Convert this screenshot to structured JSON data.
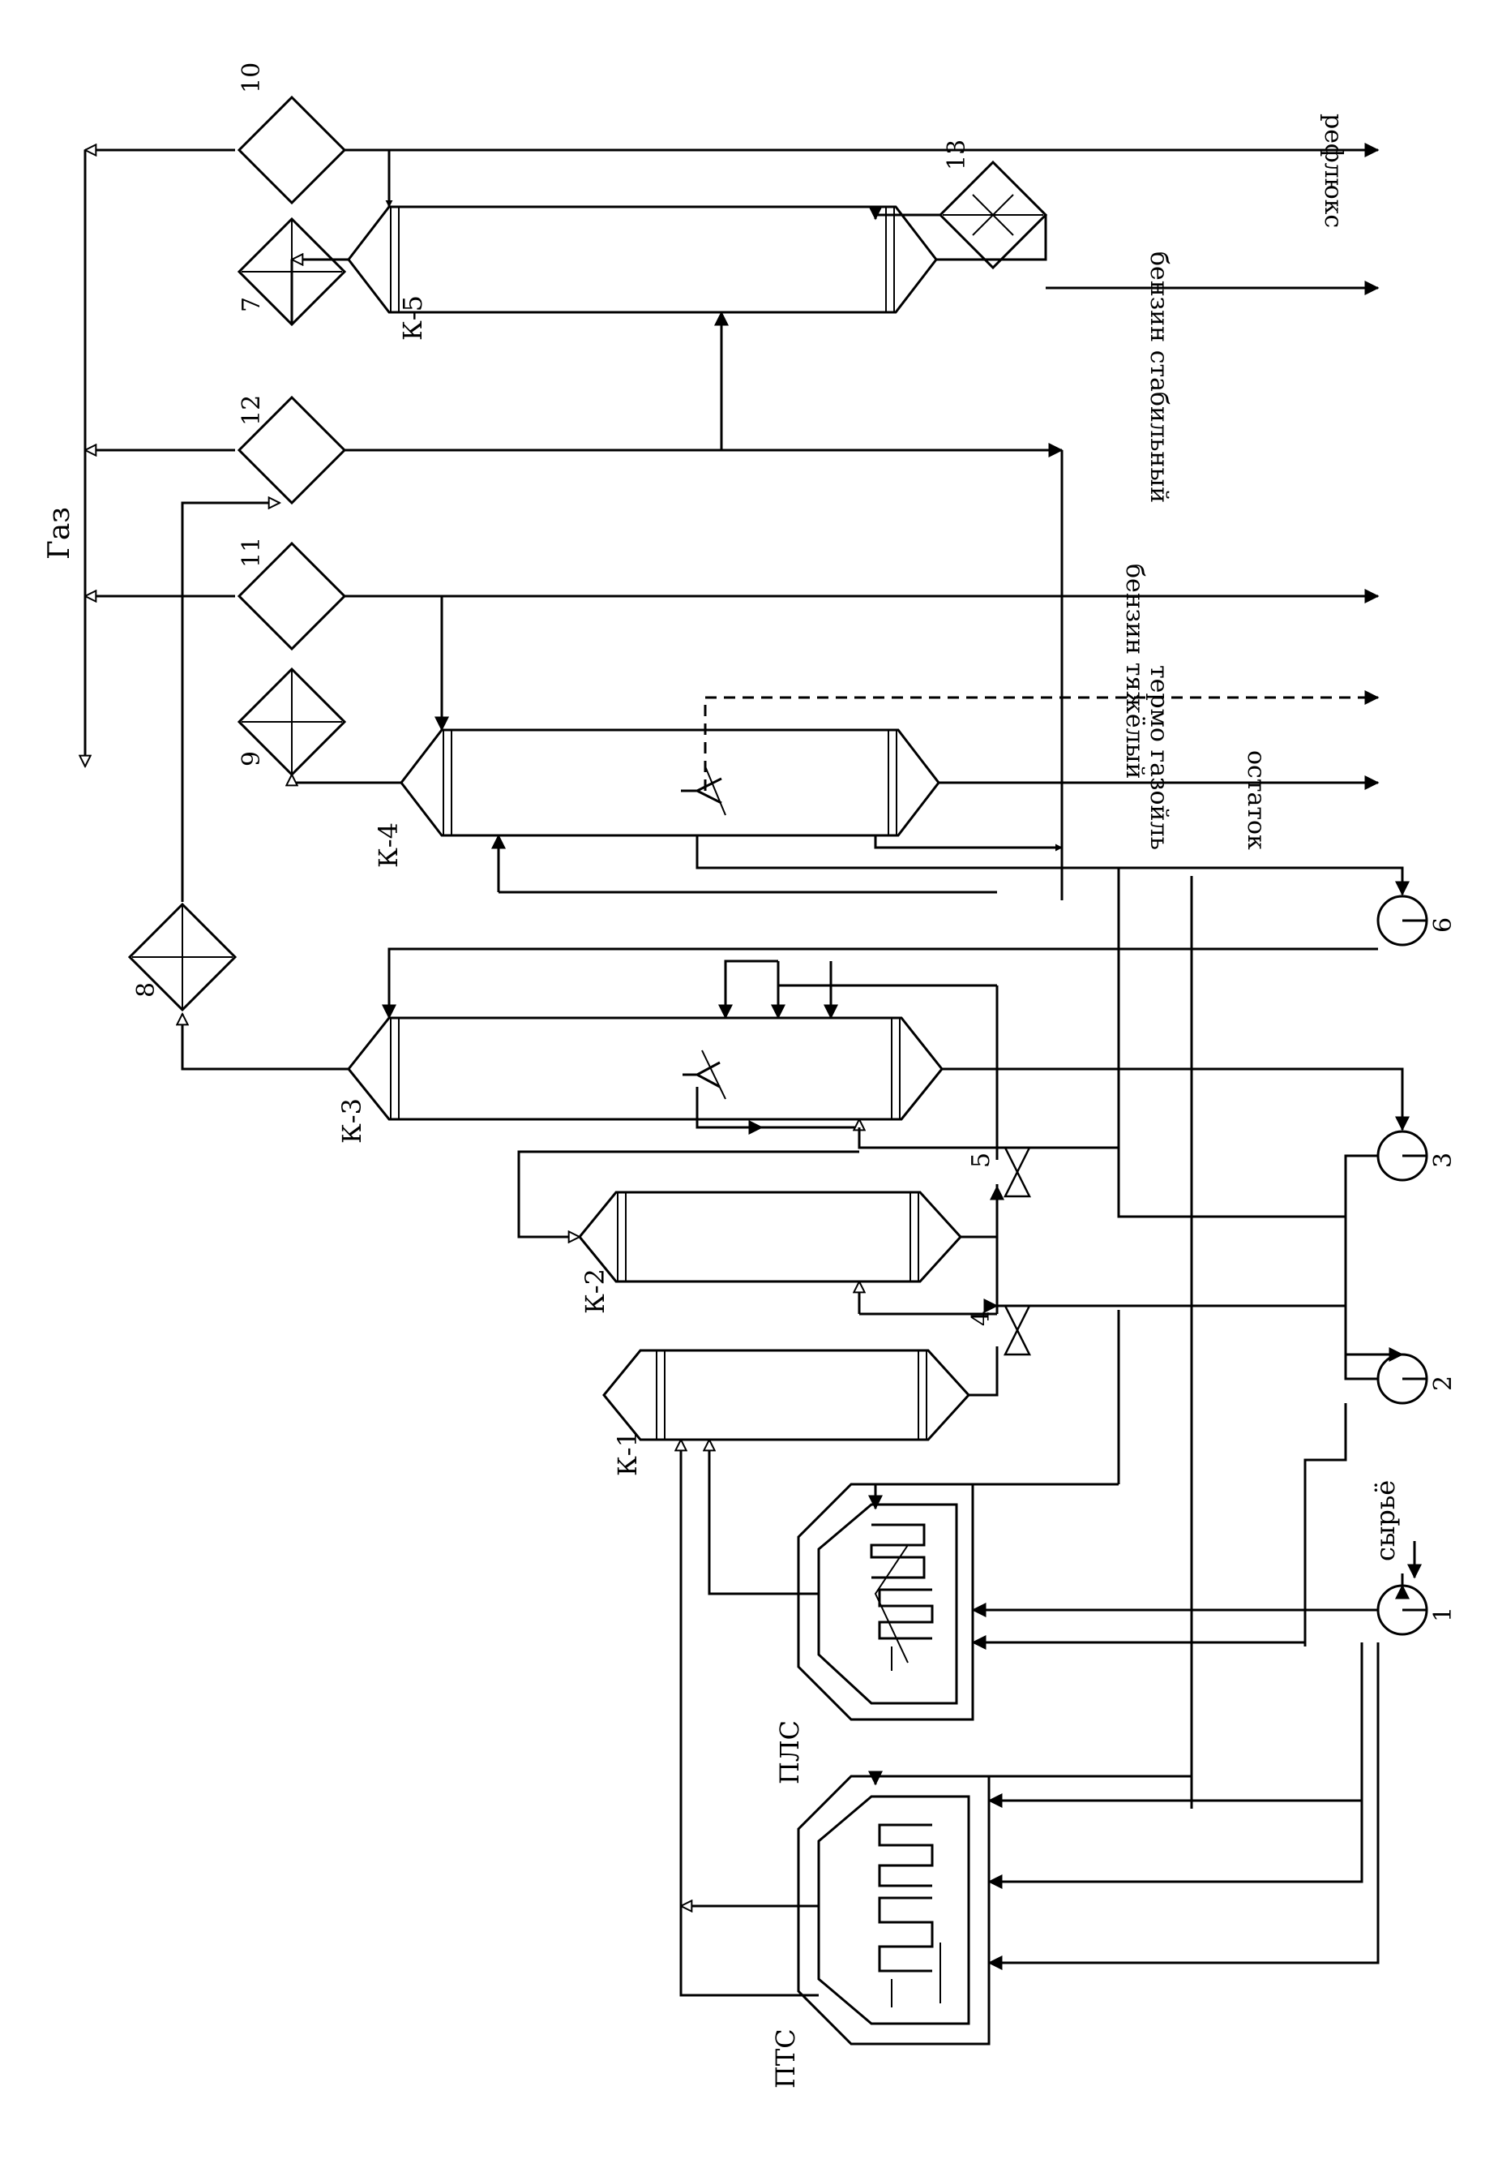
{
  "labels": {
    "gas": "Газ",
    "raw": "сырьё",
    "k1": "К-1",
    "k2": "К-2",
    "k3": "К-3",
    "k4": "К-4",
    "k5": "К-5",
    "pls": "ПЛС",
    "pts": "ПТС"
  },
  "products": {
    "reflux": "рефлюкс",
    "stable_gasoline": "бензин стабильный",
    "heavy_gasoline": "бензин тяжёлый",
    "thermogasoil": "термо газойль",
    "residue": "остаток"
  },
  "numbers": [
    "1",
    "2",
    "3",
    "4",
    "5",
    "6",
    "7",
    "8",
    "9",
    "10",
    "11",
    "12",
    "13"
  ],
  "icons": {
    "pump": "pump-icon",
    "heat_exchanger": "heat-exchanger-icon",
    "separator": "separator-icon",
    "valve": "valve-icon"
  }
}
